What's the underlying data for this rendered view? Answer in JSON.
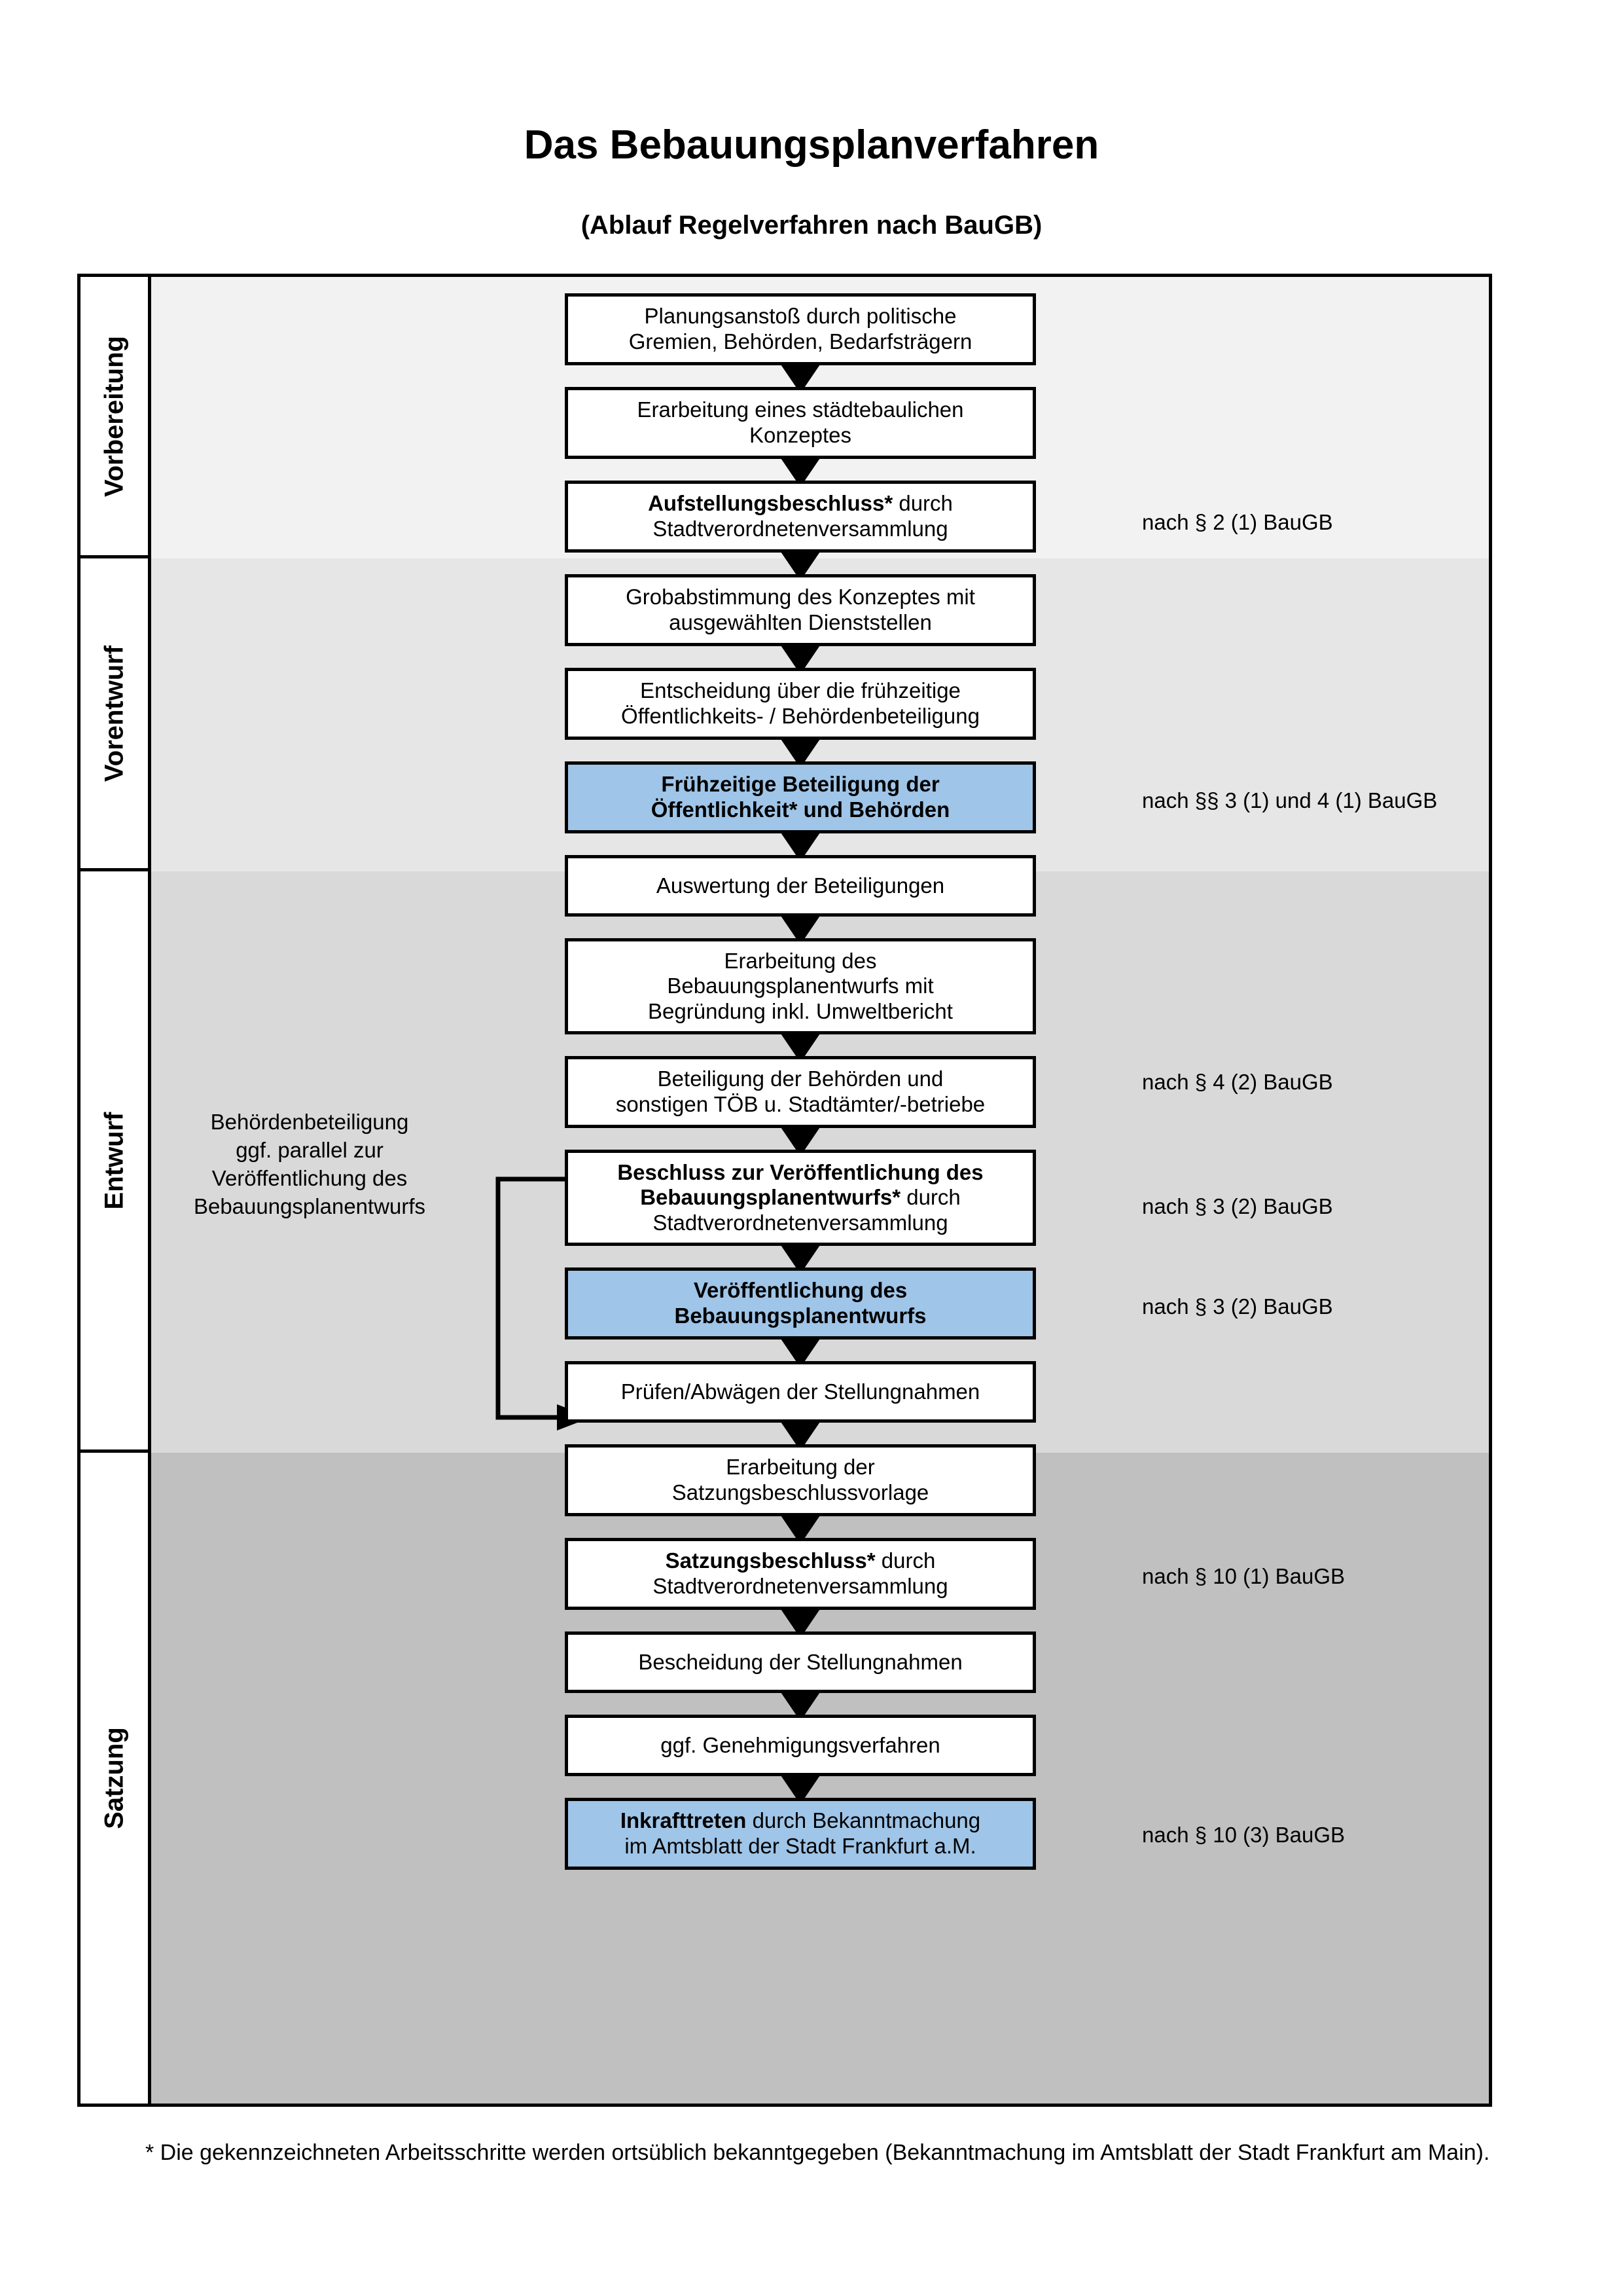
{
  "title": "Das Bebauungsplanverfahren",
  "subtitle": "(Ablauf Regelverfahren nach BauGB)",
  "phases": [
    {
      "label": "Vorbereitung"
    },
    {
      "label": "Vorentwurf"
    },
    {
      "label": "Entwurf"
    },
    {
      "label": "Satzung"
    }
  ],
  "nodes": [
    {
      "id": "planungsanstoss",
      "line1": "Planungsanstoß durch politische",
      "line2": "Gremien, Behörden, Bedarfsträgern",
      "bold": "",
      "highlight": false
    },
    {
      "id": "konzept",
      "line1": "Erarbeitung eines städtebaulichen",
      "line2": "Konzeptes",
      "bold": "",
      "highlight": false
    },
    {
      "id": "aufstellungsbeschluss",
      "bold": "Aufstellungsbeschluss*",
      "line1": " durch",
      "line2": "Stadtverordnetenversammlung",
      "highlight": false
    },
    {
      "id": "grobabstimmung",
      "line1": "Grobabstimmung des Konzeptes mit",
      "line2": "ausgewählten Dienststellen",
      "bold": "",
      "highlight": false
    },
    {
      "id": "entscheidung-fruehzeitig",
      "line1": "Entscheidung über die frühzeitige",
      "line2": "Öffentlichkeits- / Behördenbeteiligung",
      "bold": "",
      "highlight": false
    },
    {
      "id": "fruehzeitige-beteiligung",
      "bold": "Frühzeitige Beteiligung der",
      "line2": "Öffentlichkeit* und Behörden",
      "line1": "",
      "highlight": true
    },
    {
      "id": "auswertung",
      "line1": "Auswertung der Beteiligungen",
      "line2": "",
      "bold": "",
      "highlight": false
    },
    {
      "id": "erarbeitung-entwurf",
      "line1": "Erarbeitung des",
      "line2": "Bebauungsplanentwurfs mit",
      "line3": "Begründung inkl. Umweltbericht",
      "bold": "",
      "highlight": false
    },
    {
      "id": "beteiligung-behoerden",
      "line1": "Beteiligung der Behörden und",
      "line2": "sonstigen TÖB u. Stadtämter/-betriebe",
      "bold": "",
      "highlight": false
    },
    {
      "id": "beschluss-veroeffentlichung",
      "bold": "Beschluss zur Veröffentlichung des",
      "bold2": "Bebauungsplanentwurfs*",
      "line1": " durch",
      "line2": "Stadtverordnetenversammlung",
      "highlight": false
    },
    {
      "id": "veroeffentlichung",
      "bold": "Veröffentlichung des",
      "line2": "Bebauungsplanentwurfs",
      "line1": "",
      "highlight": true
    },
    {
      "id": "pruefen-abwaegen",
      "line1": "Prüfen/Abwägen der Stellungnahmen",
      "line2": "",
      "bold": "",
      "highlight": false
    },
    {
      "id": "satzungsbeschlussvorlage",
      "line1": "Erarbeitung der",
      "line2": "Satzungsbeschlussvorlage",
      "bold": "",
      "highlight": false
    },
    {
      "id": "satzungsbeschluss",
      "bold": "Satzungsbeschluss*",
      "line1": " durch",
      "line2": "Stadtverordnetenversammlung",
      "highlight": false
    },
    {
      "id": "bescheidung",
      "line1": "Bescheidung der Stellungnahmen",
      "line2": "",
      "bold": "",
      "highlight": false
    },
    {
      "id": "genehmigungsverfahren",
      "line1": "ggf. Genehmigungsverfahren",
      "line2": "",
      "bold": "",
      "highlight": false
    },
    {
      "id": "inkrafttreten",
      "bold": "Inkrafttreten",
      "line1": " durch Bekanntmachung",
      "line2": "im Amtsblatt der Stadt Frankfurt a.M.",
      "highlight": true
    }
  ],
  "notes": [
    {
      "id": "note-2-1",
      "text": "nach § 2 (1) BauGB"
    },
    {
      "id": "note-3-1-4-1",
      "text": "nach §§ 3 (1) und 4 (1) BauGB"
    },
    {
      "id": "note-4-2",
      "text": "nach § 4 (2) BauGB"
    },
    {
      "id": "note-3-2-a",
      "text": "nach § 3 (2) BauGB"
    },
    {
      "id": "note-3-2-b",
      "text": "nach § 3 (2) BauGB"
    },
    {
      "id": "note-10-1",
      "text": "nach § 10 (1) BauGB"
    },
    {
      "id": "note-10-3",
      "text": "nach § 10 (3) BauGB"
    }
  ],
  "sidenote": {
    "line1": "Behördenbeteiligung",
    "line2": "ggf. parallel zur",
    "line3": "Veröffentlichung des",
    "line4": "Bebauungsplanentwurfs"
  },
  "footnote": "* Die gekennzeichneten Arbeitsschritte werden ortsüblich bekanntgegeben (Bekanntmachung im Amtsblatt  der Stadt Frankfurt am Main).",
  "colors": {
    "highlight": "#9fc5e8",
    "band_vorbereitung": "#f2f2f2",
    "band_vorentwurf": "#e6e6e6",
    "band_entwurf": "#d9d9d9",
    "band_satzung": "#c0c0c0",
    "line": "#000000"
  }
}
